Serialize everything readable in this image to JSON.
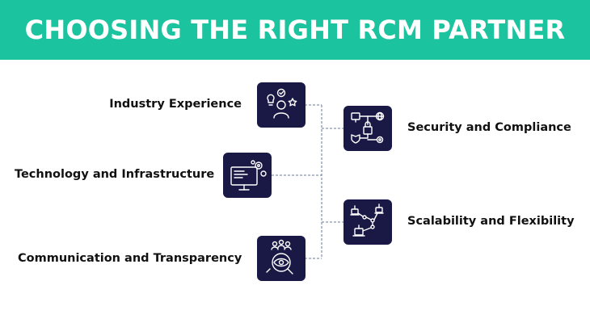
{
  "title": "CHOOSING THE RIGHT RCM PARTNER",
  "colors": {
    "header_bg": "#1bc39f",
    "tile_bg": "#1a1946",
    "connector": "#6b7a99",
    "label_text": "#111111"
  },
  "items": [
    {
      "label": "Industry Experience",
      "icon": "expert-idea-icon"
    },
    {
      "label": "Technology and Infrastructure",
      "icon": "monitor-gears-icon"
    },
    {
      "label": "Communication and Transparency",
      "icon": "team-eye-gear-icon"
    },
    {
      "label": "Security and Compliance",
      "icon": "security-lock-icon"
    },
    {
      "label": "Scalability and Flexibility",
      "icon": "scalable-network-icon"
    }
  ]
}
